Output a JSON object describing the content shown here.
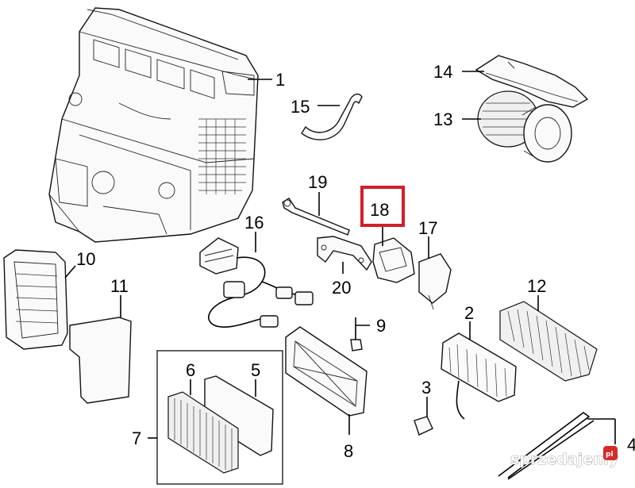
{
  "labels": {
    "p1": "1",
    "p2": "2",
    "p3": "3",
    "p4": "4",
    "p5": "5",
    "p6": "6",
    "p7": "7",
    "p8": "8",
    "p9": "9",
    "p10": "10",
    "p11": "11",
    "p12": "12",
    "p13": "13",
    "p14": "14",
    "p15": "15",
    "p16": "16",
    "p17": "17",
    "p18": "18",
    "p19": "19",
    "p20": "20"
  },
  "highlight": {
    "label": "18",
    "color": "#d0202a"
  },
  "watermark": {
    "text": "sprzedajemy",
    "badge": "pl",
    "badge_color": "#d62b2b"
  }
}
